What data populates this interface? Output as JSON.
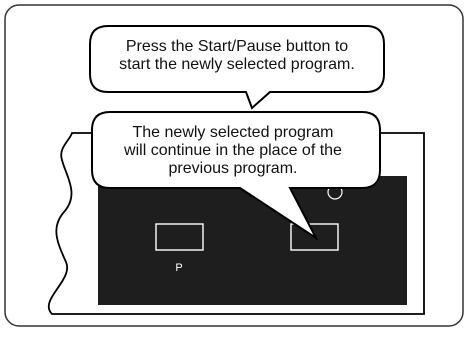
{
  "bubbles": {
    "top": {
      "line1": "Press the Start/Pause button to",
      "line2": "start the newly selected program."
    },
    "bottom": {
      "line1": "The newly selected program",
      "line2": "will continue in the place of the",
      "line3": "previous program."
    }
  },
  "panel": {
    "button_label": "P"
  },
  "colors": {
    "panel": "#1e1e1e",
    "border": "#000000",
    "bubble_fill": "#ffffff"
  }
}
